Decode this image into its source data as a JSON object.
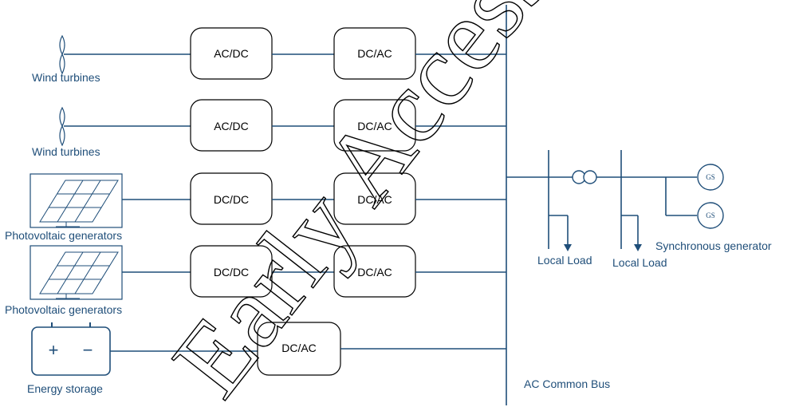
{
  "colors": {
    "wire": "#1f4e79",
    "box_border": "#000000",
    "text_dark": "#000000",
    "label": "#1f4e79"
  },
  "sources": [
    {
      "label": "Wind turbines",
      "icon": "wind-turbine-icon",
      "converters": [
        "AC/DC",
        "DC/AC"
      ]
    },
    {
      "label": "Wind turbines",
      "icon": "wind-turbine-icon",
      "converters": [
        "AC/DC",
        "DC/AC"
      ]
    },
    {
      "label": "Photovoltaic generators",
      "icon": "solar-panel-icon",
      "converters": [
        "DC/DC",
        "DC/AC"
      ]
    },
    {
      "label": "Photovoltaic generators",
      "icon": "solar-panel-icon",
      "converters": [
        "DC/DC",
        "DC/AC"
      ]
    },
    {
      "label": "Energy storage",
      "icon": "battery-icon",
      "converters": [
        "DC/AC"
      ],
      "battery_symbols": [
        "+",
        "−"
      ]
    }
  ],
  "bus_label": "AC Common Bus",
  "loads": [
    "Local Load",
    "Local Load"
  ],
  "generator_badge": "GS",
  "generator_label": "Synchronous generator",
  "watermark": "Early Access"
}
